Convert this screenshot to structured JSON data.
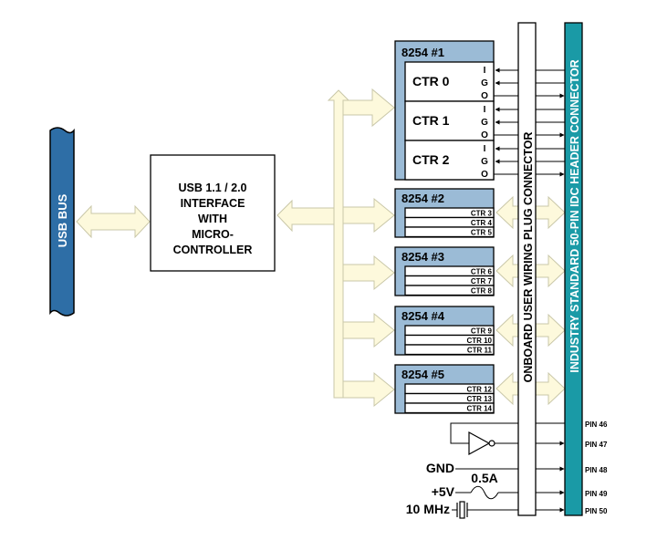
{
  "usb_bus": {
    "label": "USB BUS"
  },
  "interface": {
    "lines": [
      "USB 1.1 / 2.0",
      "INTERFACE",
      "WITH",
      "MICRO-",
      "CONTROLLER"
    ]
  },
  "chip1": {
    "title": "8254 #1",
    "counters": [
      {
        "label": "CTR 0",
        "pins": [
          "I",
          "G",
          "O"
        ]
      },
      {
        "label": "CTR 1",
        "pins": [
          "I",
          "G",
          "O"
        ]
      },
      {
        "label": "CTR 2",
        "pins": [
          "I",
          "G",
          "O"
        ]
      }
    ]
  },
  "chips": [
    {
      "title": "8254 #2",
      "counters": [
        "CTR 3",
        "CTR 4",
        "CTR 5"
      ]
    },
    {
      "title": "8254 #3",
      "counters": [
        "CTR 6",
        "CTR 7",
        "CTR 8"
      ]
    },
    {
      "title": "8254 #4",
      "counters": [
        "CTR 9",
        "CTR 10",
        "CTR 11"
      ]
    },
    {
      "title": "8254 #5",
      "counters": [
        "CTR 12",
        "CTR 13",
        "CTR 14"
      ]
    }
  ],
  "onboard_connector": {
    "label": "ONBOARD USER WIRING PLUG CONNECTOR"
  },
  "header_connector": {
    "label": "INDUSTRY STANDARD 50-PIN IDC HEADER CONNECTOR"
  },
  "pins": [
    "PIN 46",
    "PIN 47",
    "PIN 48",
    "PIN 49",
    "PIN 50"
  ],
  "signals": {
    "gnd": "GND",
    "plus5v": "+5V",
    "fuse": "0.5A",
    "clock": "10 MHz"
  },
  "colors": {
    "usb_bus": "#2e6ea6",
    "header": "#1a9aa6",
    "chip_header": "#9bbbd6",
    "bus_arrow": "#fdf9dc"
  }
}
